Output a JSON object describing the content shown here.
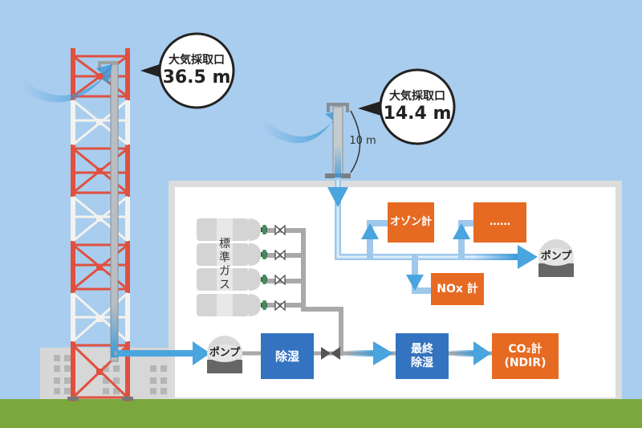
{
  "title": "大気採取 測定システム 概略図",
  "colors": {
    "sky": "#a9cdee",
    "ground": "#7aa83c",
    "tower_red": "#e0503f",
    "tower_white": "#f4f2ee",
    "flow_blue": "#3d9ad9",
    "box_blue": "#3373bf",
    "box_orange": "#e66a22",
    "building_wall": "#dcdcdc",
    "building_inner": "#ffffff"
  },
  "inlets": [
    {
      "label": "大気採取口",
      "height": "36.5 m"
    },
    {
      "label": "大気採取口",
      "height": "14.4 m"
    }
  ],
  "inlet_pipe_length": "10 m",
  "standard_gas": {
    "label": "標\n準\nガ\nス",
    "cylinders": 4
  },
  "components": {
    "pump_main": "ポンプ",
    "dehumidify": "除湿",
    "final_dehumidify": "最終\n除湿",
    "co2_meter": "CO₂計\n(NDIR)",
    "ozone_meter": "オゾン計",
    "other_meter": "……",
    "nox_meter": "NOx 計",
    "pump_sub": "ポンプ"
  }
}
